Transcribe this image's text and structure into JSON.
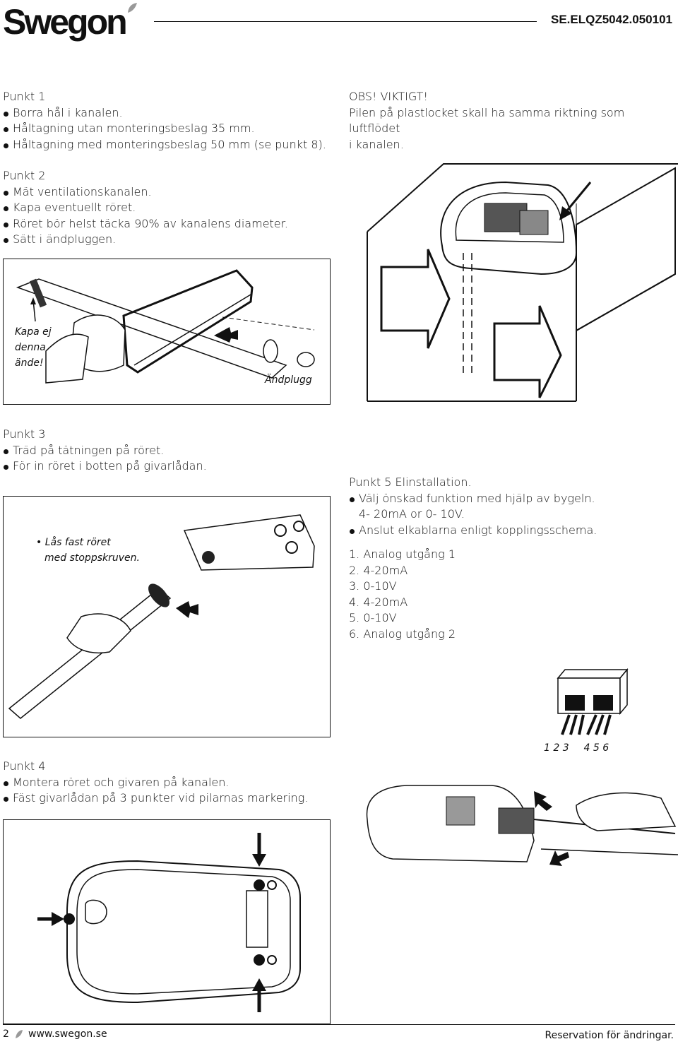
{
  "header": {
    "logo": "Swegon",
    "doc_code": "SE.ELQZ5042.050101"
  },
  "punkt1": {
    "title": "Punkt 1",
    "items": [
      "Borra hål i kanalen.",
      "Håltagning utan monteringsbeslag 35 mm.",
      "Håltagning med monteringsbeslag 50 mm (se punkt 8)."
    ]
  },
  "obs": {
    "title": "OBS! VIKTIGT!",
    "lines": [
      "Pilen på plastlocket skall ha samma riktning som luftflödet",
      "i kanalen."
    ]
  },
  "punkt2": {
    "title": "Punkt 2",
    "items": [
      "Mät ventilationskanalen.",
      "Kapa eventuellt röret.",
      "Röret bör helst täcka 90% av kanalens diameter.",
      "Sätt i ändpluggen."
    ]
  },
  "fig_saw": {
    "labels": [
      "Kapa ej",
      "denna",
      "ände!"
    ],
    "endplug": "Ändplugg"
  },
  "punkt3": {
    "title": "Punkt 3",
    "items": [
      "Träd på tätningen på röret.",
      "För in röret i botten på givarlådan."
    ]
  },
  "fig_tube": {
    "label_lines": [
      "Lås fast röret",
      "med stoppskruven."
    ]
  },
  "punkt5": {
    "title": "Punkt 5 Elinstallation.",
    "items": [
      "Välj önskad funktion med hjälp av bygeln."
    ],
    "sub": "4- 20mA or 0- 10V.",
    "items2": [
      "Anslut elkablarna enligt kopplingsschema."
    ],
    "list": [
      "1. Analog utgång 1",
      "2. 4-20mA",
      "3. 0-10V",
      "4. 4-20mA",
      "5. 0-10V",
      "6. Analog utgång 2"
    ]
  },
  "terminal": {
    "label_a": "1 2 3",
    "label_b": "4 5 6"
  },
  "punkt4": {
    "title": "Punkt 4",
    "items": [
      "Montera röret och givaren på kanalen.",
      "Fäst givarlådan på 3 punkter vid pilarnas markering."
    ]
  },
  "footer": {
    "page": "2",
    "url": "www.swegon.se",
    "note": "Reservation för ändringar."
  }
}
